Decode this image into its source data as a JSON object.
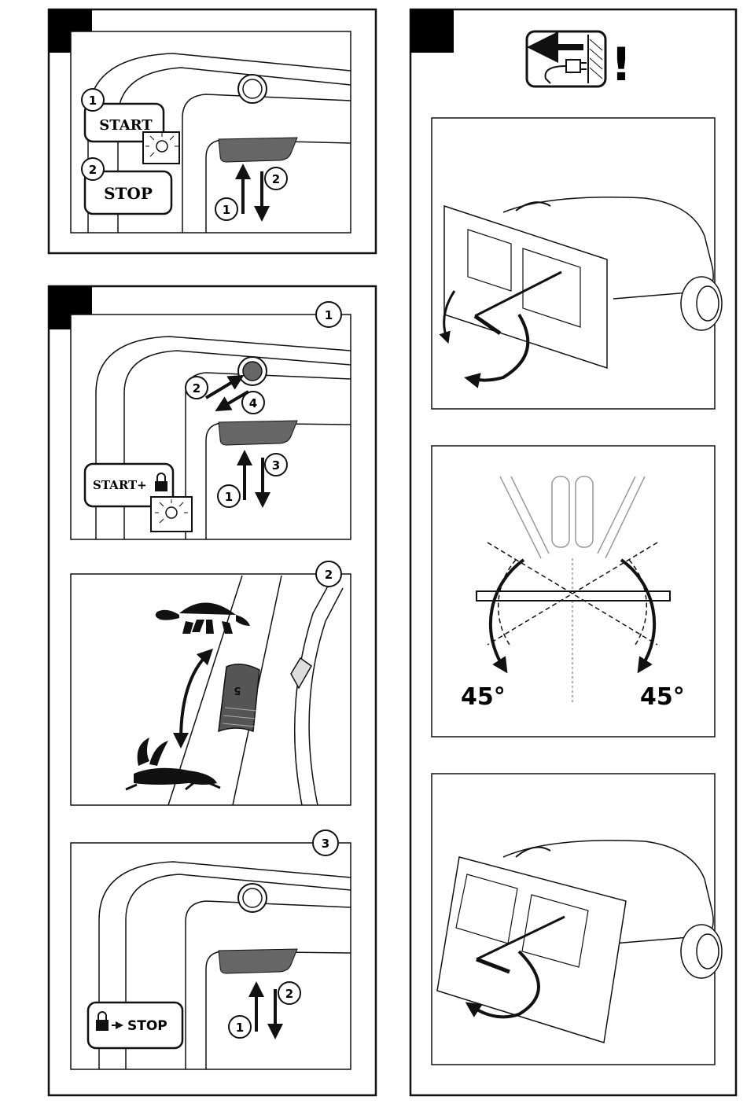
{
  "panel_a": {
    "step1_num": "1",
    "start_label": "START",
    "step2_num": "2",
    "stop_label": "STOP",
    "arrow_up_num": "1",
    "arrow_down_num": "2"
  },
  "panel_b": {
    "sub1": {
      "badge": "1",
      "arrow2_num": "2",
      "arrow4_num": "4",
      "start_lock_label": "START+",
      "arrow_up_num": "1",
      "arrow_down_num": "3"
    },
    "sub2": {
      "badge": "2",
      "speed_dial_value": "5"
    },
    "sub3": {
      "badge": "3",
      "lock_stop_label": "STOP",
      "arrow_up_num": "1",
      "arrow_down_num": "2"
    }
  },
  "panel_c": {
    "warning_mark": "!",
    "angle_left": "45°",
    "angle_right": "45°"
  },
  "icons": {
    "bulb": "light-bulb-icon",
    "lock": "padlock-icon",
    "unplug": "unplug-icon",
    "tortoise": "tortoise-icon",
    "hare": "hare-icon"
  }
}
